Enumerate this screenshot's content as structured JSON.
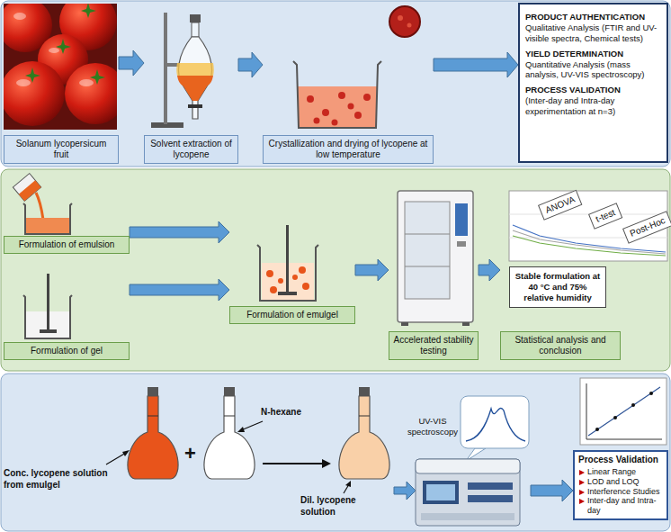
{
  "diagram": {
    "nodes": [
      {
        "text": [
          "Solanum lycopersicum fruit"
        ]
      },
      {
        "text": [
          "Solvent extraction of lycopene"
        ]
      },
      {
        "text": [
          "Crystallization and drying of lycopene at low temperature"
        ]
      },
      {
        "text": [
          "PRODUCT AUTHENTICATION",
          "Qualitative Analysis (FTIR and UV-visible spectra, Chemical tests)",
          "YIELD DETERMINATION",
          "Quantitative Analysis (mass analysis, UV-VIS spectroscopy)",
          "PROCESS VALIDATION",
          "(Inter-day and Intra-day experimentation at n=3)"
        ]
      },
      {
        "text": [
          "Formulation of emulsion"
        ]
      },
      {
        "text": [
          "Formulation of gel"
        ]
      },
      {
        "text": [
          "Formulation of emulgel"
        ]
      },
      {
        "text": [
          "Accelerated stability testing"
        ]
      },
      {
        "text": [
          "ANOVA"
        ]
      },
      {
        "text": [
          "t-test"
        ]
      },
      {
        "text": [
          "Post-Hoc"
        ]
      },
      {
        "text": [
          "Stable formulation at 40 °C and 75% relative humidity"
        ]
      },
      {
        "text": [
          "Statistical analysis and conclusion"
        ]
      },
      {
        "text": [
          "UV-VIS spectroscopy"
        ]
      },
      {
        "text": [
          "Process Validation",
          "Linear Range",
          "LOD and LOQ",
          "Interference Studies",
          "Inter-day and Intra-day"
        ]
      }
    ],
    "edges": [
      {
        "from": 0,
        "to": 1,
        "arrow": "to"
      },
      {
        "from": 1,
        "to": 2,
        "arrow": "to"
      },
      {
        "from": 2,
        "to": 3,
        "arrow": "to"
      },
      {
        "from": 4,
        "to": 6,
        "arrow": "to"
      },
      {
        "from": 5,
        "to": 6,
        "arrow": "to"
      },
      {
        "from": 6,
        "to": 7,
        "arrow": "to"
      },
      {
        "from": 7,
        "to": 12,
        "arrow": "to"
      },
      {
        "from": 13,
        "to": 14,
        "arrow": "to"
      }
    ],
    "labels": [
      "Conc. lycopene solution from emulgel",
      "+",
      "N-hexane",
      "Dil. lycopene solution"
    ]
  }
}
